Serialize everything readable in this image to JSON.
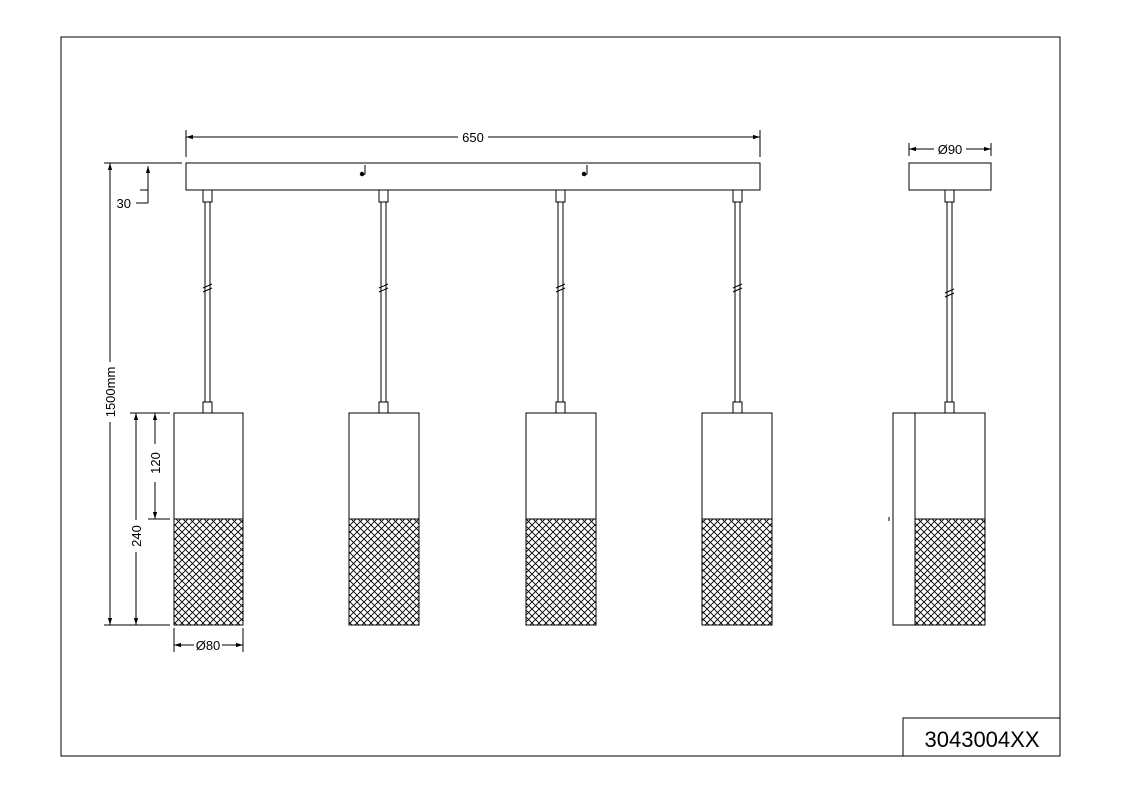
{
  "drawing": {
    "product_code": "3043004XX",
    "dimensions": {
      "canopy_width": "650",
      "canopy_height": "30",
      "total_height": "1500mm",
      "shade_height": "240",
      "shade_upper": "120",
      "shade_diameter": "Ø80",
      "canopy_diameter": "Ø90"
    }
  }
}
